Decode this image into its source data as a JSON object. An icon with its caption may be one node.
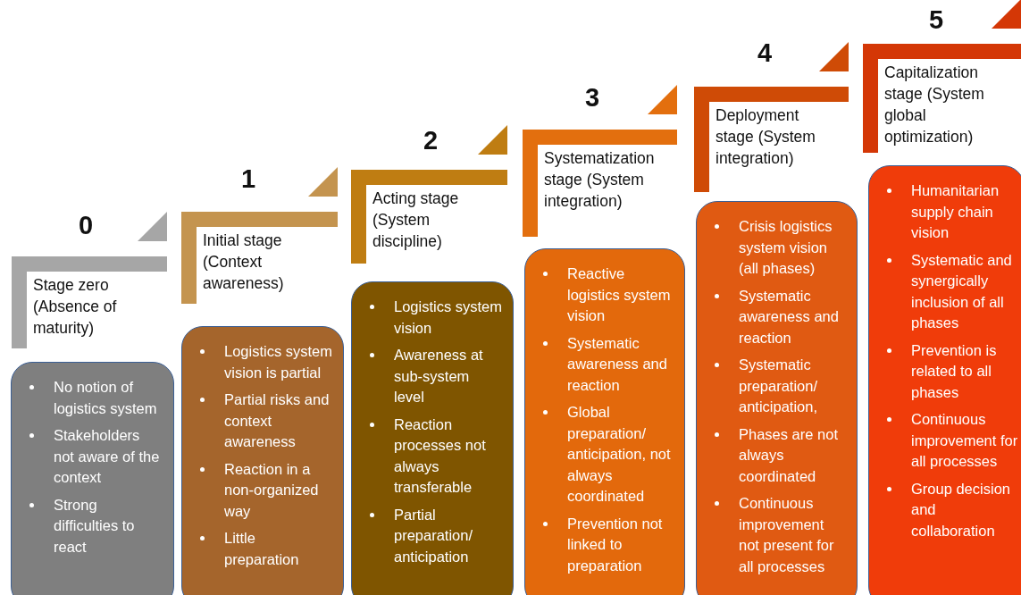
{
  "diagram": {
    "nodes": [
      {
        "text": [
          "Stage zero (Absence of maturity)"
        ],
        "beside": [
          "0"
        ]
      },
      {
        "text": [
          "No notion of logistics system",
          "Stakeholders not aware of the context",
          "Strong difficulties to react"
        ]
      },
      {
        "text": [
          "Initial stage (Context awareness)"
        ],
        "beside": [
          "1"
        ]
      },
      {
        "text": [
          "Logistics system vision is partial",
          "Partial risks and context awareness",
          "Reaction in a non-organized way",
          "Little preparation"
        ]
      },
      {
        "text": [
          "Acting stage (System discipline)"
        ],
        "beside": [
          "2"
        ]
      },
      {
        "text": [
          "Logistics system vision",
          "Awareness at sub-system level",
          "Reaction processes not always transferable",
          "Partial preparation/ anticipation"
        ]
      },
      {
        "text": [
          "Systematization stage (System integration)"
        ],
        "beside": [
          "3"
        ]
      },
      {
        "text": [
          "Reactive logistics system vision",
          "Systematic awareness and reaction",
          "Global preparation/ anticipation, not always coordinated",
          "Prevention not linked to preparation"
        ]
      },
      {
        "text": [
          "Deployment stage (System integration)"
        ],
        "beside": [
          "4"
        ]
      },
      {
        "text": [
          "Crisis logistics system vision (all phases)",
          "Systematic awareness and reaction",
          "Systematic preparation/ anticipation,",
          "Phases are not always coordinated",
          "Continuous improvement not present for all processes"
        ]
      },
      {
        "text": [
          "Capitalization stage (System global optimization)"
        ],
        "beside": [
          "5"
        ]
      },
      {
        "text": [
          "Humanitarian supply chain vision",
          "Systematic and synergically inclusion of all phases",
          "Prevention is related to all phases",
          "Continuous improvement for all processes",
          "Group decision and collaboration"
        ]
      }
    ]
  }
}
